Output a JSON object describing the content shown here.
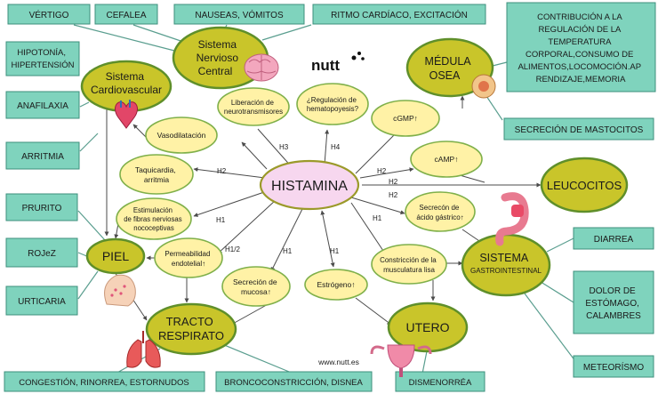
{
  "hub": "HISTAMINA",
  "brand": {
    "logo": "nutt",
    "url": "www.nutt.es"
  },
  "systems": {
    "snc": [
      "Sistema",
      "Nervioso",
      "Central"
    ],
    "cardio": [
      "Sistema",
      "Cardiovascular"
    ],
    "medula": [
      "MÉDULA",
      "OSEA"
    ],
    "leucocitos": "LEUCOCITOS",
    "piel": "PIEL",
    "gastro": [
      "SISTEMA",
      "GASTROINTESTINAL"
    ],
    "tracto": [
      "TRACTO",
      "RESPIRATO"
    ],
    "utero": "UTERO"
  },
  "effects": {
    "neuro": [
      "Liberación de",
      "neurotransmisores"
    ],
    "hemato": [
      "¿Regulación de",
      "hematopoyesis?"
    ],
    "vaso": "Vasodilatación",
    "taqui": [
      "Taquicardia,",
      "arritmia"
    ],
    "fibras": [
      "Estimulación",
      "de fibras nerviosas",
      "nococeptivas"
    ],
    "perm": [
      "Permeabilidad",
      "endotelial↑"
    ],
    "mucosa": [
      "Secreción de",
      "mucosa↑"
    ],
    "estrogeno": "Estrógeno↑",
    "musc": [
      "Constricción de la",
      "musculatura lisa"
    ],
    "gcmp": "cGMP↑",
    "camp": "cAMP↑",
    "acido": [
      "Secrecón de",
      "ácido gástrico↑"
    ]
  },
  "receptors": {
    "h3": "H3",
    "h4": "H4",
    "h2a": "H2",
    "h2b": "H2",
    "h2c": "H2",
    "h1a": "H1",
    "h1b": "H1/2",
    "h1c": "H1",
    "h1d": "H1",
    "h1e": "H1"
  },
  "symptoms": {
    "vertigo": "VÉRTIGO",
    "cefalea": "CEFALEA",
    "nauseas": "NAUSEAS, VÓMITOS",
    "ritmo": "RITMO CARDÍACO, EXCITACIÓN",
    "contrib": [
      "CONTRIBUCIÓN A LA",
      "REGULACIÓN DE LA",
      "TEMPERATURA",
      "CORPORAL,CONSUMO DE",
      "ALIMENTOS,LOCOMOCIÓN.AP",
      "RENDIZAJE,MEMORIA"
    ],
    "hipo": [
      "HIPOTONÍA,",
      "HIPERTENSIÓN"
    ],
    "anafilaxia": "ANAFILAXIA",
    "arritmia": "ARRITMIA",
    "mastocitos": "SECRECIÓN DE MASTOCITOS",
    "prurito": "PRURITO",
    "rojez": "ROJeZ",
    "urticaria": "URTICARIA",
    "diarrea": "DIARREA",
    "dolor": [
      "DOLOR DE",
      "ESTÓMAGO,",
      "CALAMBRES"
    ],
    "meteorismo": "METEORÍSMO",
    "congestion": "CONGESTIÓN, RINORREA, ESTORNUDOS",
    "bronco": "BRONCOCONSTRICCIÓN, DISNEA",
    "dismeno": "DISMENORRÉA"
  },
  "colors": {
    "box": "#7fd3bd",
    "oval": "#fff2a6",
    "system": "#c9c52a",
    "hub": "#f7d7ef"
  },
  "icons": [
    "brain-icon",
    "heart-icon",
    "bone-icon",
    "stomach-icon",
    "face-rash-icon",
    "lungs-icon",
    "uterus-icon"
  ]
}
